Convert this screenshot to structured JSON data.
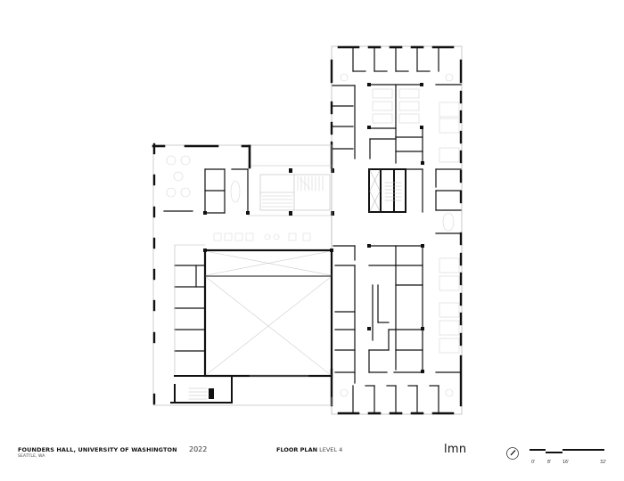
{
  "drawing": {
    "type": "architectural floor plan",
    "colors": {
      "wall": "#111111",
      "light_line": "#c8c8c8",
      "furniture": "#d6d6d6",
      "background": "#ffffff"
    }
  },
  "footer": {
    "project_title": "FOUNDERS HALL, UNIVERSITY OF WASHINGTON",
    "project_location": "SEATTLE, WA",
    "year": "2022",
    "plan_title_bold": "FLOOR PLAN",
    "plan_title_level": "LEVEL 4",
    "logo": "lmn",
    "north_arrow_icon": "north-arrow-icon",
    "scale_bar": {
      "labels": [
        "0'",
        "8'",
        "16'",
        "32'"
      ]
    }
  }
}
